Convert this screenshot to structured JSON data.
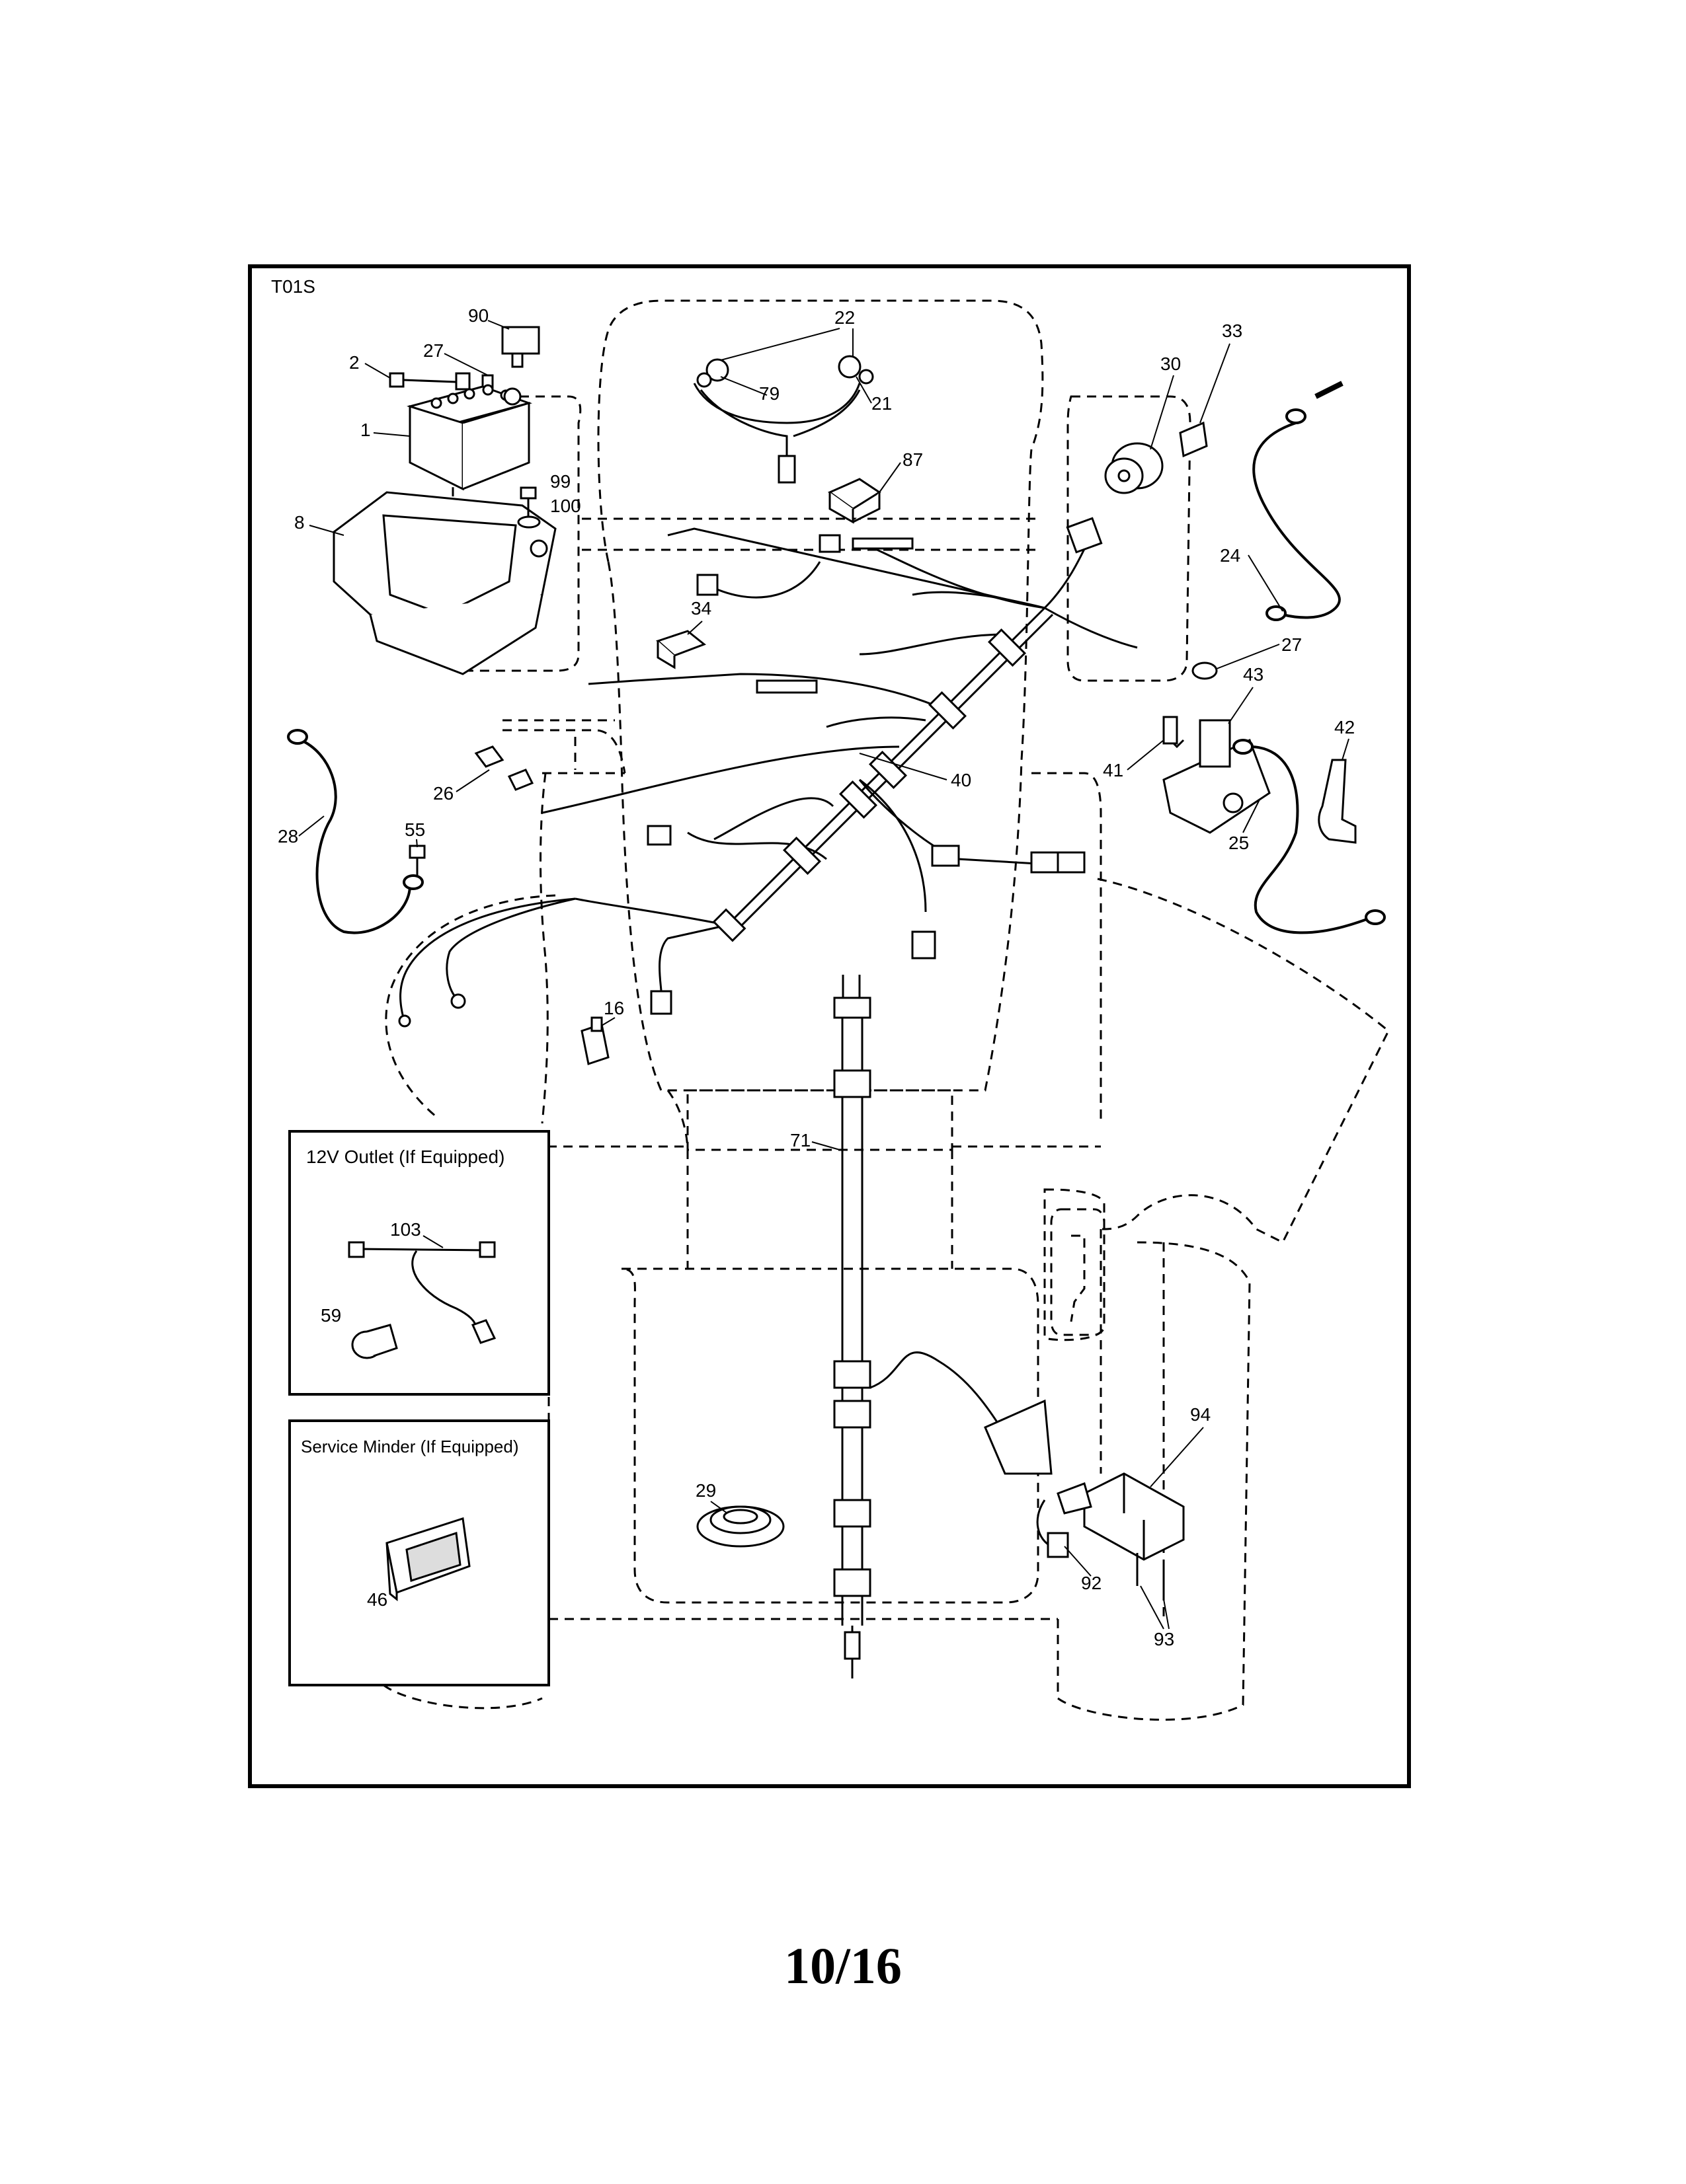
{
  "diagram": {
    "code": "T01S",
    "inset_12v_title": "12V Outlet (If Equipped)",
    "inset_service_title": "Service Minder (If Equipped)",
    "callouts": {
      "c1": "1",
      "c2": "2",
      "c8": "8",
      "c16": "16",
      "c21": "21",
      "c22": "22",
      "c24": "24",
      "c25": "25",
      "c26": "26",
      "c27a": "27",
      "c27b": "27",
      "c28": "28",
      "c29": "29",
      "c30": "30",
      "c33": "33",
      "c34": "34",
      "c40": "40",
      "c41": "41",
      "c42": "42",
      "c43": "43",
      "c46": "46",
      "c55": "55",
      "c59": "59",
      "c71": "71",
      "c79": "79",
      "c87": "87",
      "c90": "90",
      "c92": "92",
      "c93": "93",
      "c94": "94",
      "c99": "99",
      "c100": "100",
      "c103": "103"
    }
  },
  "page_number": "10/16"
}
